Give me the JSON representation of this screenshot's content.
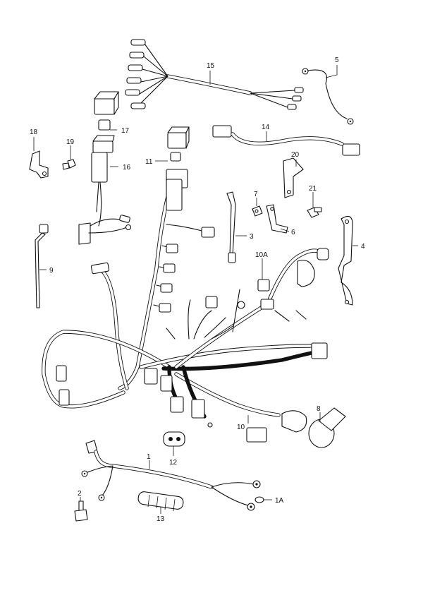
{
  "diagram": {
    "callouts": [
      {
        "id": "c1",
        "label": "1"
      },
      {
        "id": "c1a",
        "label": "1A"
      },
      {
        "id": "c2",
        "label": "2"
      },
      {
        "id": "c3",
        "label": "3"
      },
      {
        "id": "c4",
        "label": "4"
      },
      {
        "id": "c5",
        "label": "5"
      },
      {
        "id": "c6",
        "label": "6"
      },
      {
        "id": "c7",
        "label": "7"
      },
      {
        "id": "c8",
        "label": "8"
      },
      {
        "id": "c9",
        "label": "9"
      },
      {
        "id": "c10",
        "label": "10"
      },
      {
        "id": "c10a",
        "label": "10A"
      },
      {
        "id": "c11",
        "label": "11"
      },
      {
        "id": "c12",
        "label": "12"
      },
      {
        "id": "c13",
        "label": "13"
      },
      {
        "id": "c14",
        "label": "14"
      },
      {
        "id": "c15",
        "label": "15"
      },
      {
        "id": "c16",
        "label": "16"
      },
      {
        "id": "c17",
        "label": "17"
      },
      {
        "id": "c18",
        "label": "18"
      },
      {
        "id": "c19",
        "label": "19"
      },
      {
        "id": "c20",
        "label": "20"
      },
      {
        "id": "c21",
        "label": "21"
      }
    ]
  }
}
